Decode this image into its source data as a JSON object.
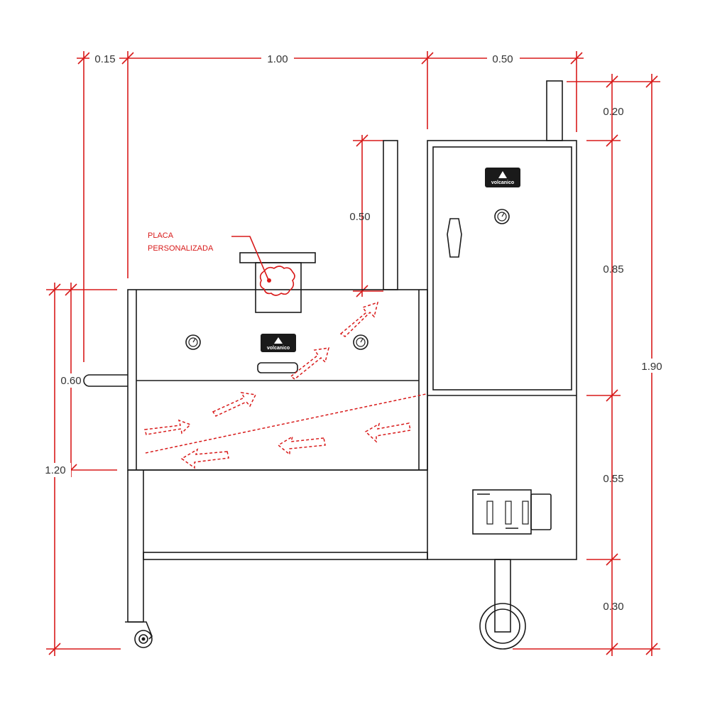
{
  "dimensions": {
    "top_left": "0.15",
    "top_middle": "1.00",
    "top_right": "0.50",
    "chimney_height": "0.50",
    "right_chimney": "0.20",
    "right_door": "0.85",
    "right_firebox": "0.55",
    "right_legs": "0.30",
    "right_total": "1.90",
    "left_chamber": "0.60",
    "left_total": "1.20"
  },
  "annotation": {
    "line1": "PLACA",
    "line2": "PERSONALIZADA"
  },
  "logo": {
    "text": "volcanico"
  },
  "colors": {
    "dimension_lines": "#d81a1a",
    "drawing_lines": "#1a1a1a",
    "background": "#ffffff"
  }
}
